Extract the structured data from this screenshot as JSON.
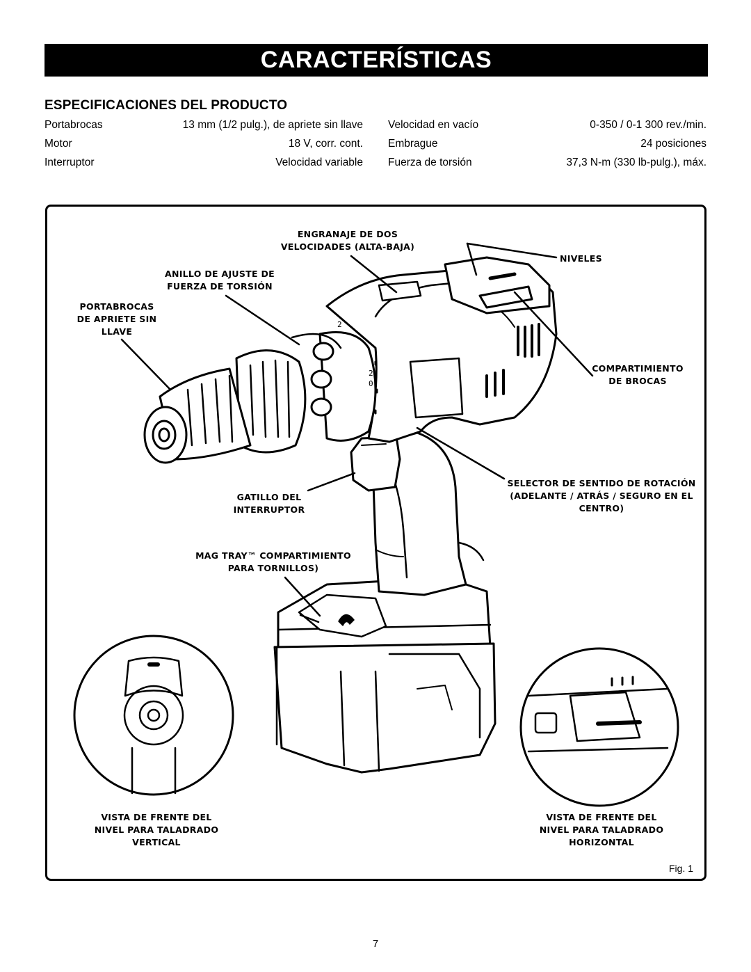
{
  "title": "CARACTERÍSTICAS",
  "specs": {
    "heading": "ESPECIFICACIONES DEL PRODUCTO",
    "left": [
      {
        "label": "Portabrocas",
        "value": "13 mm (1/2 pulg.), de apriete sin llave"
      },
      {
        "label": "Motor",
        "value": "18 V, corr. cont."
      },
      {
        "label": "Interruptor",
        "value": "Velocidad variable"
      }
    ],
    "right": [
      {
        "label": "Velocidad en vacío",
        "value": "0-350 / 0-1 300 rev./min."
      },
      {
        "label": "Embrague",
        "value": "24 posiciones"
      },
      {
        "label": "Fuerza de torsión",
        "value": "37,3 N-m (330 lb-pulg.), máx."
      }
    ]
  },
  "callouts": {
    "engranaje": "ENGRANAJE DE DOS\nVELOCIDADES (ALTA-BAJA)",
    "niveles": "NIVELES",
    "anillo": "ANILLO DE AJUSTE DE\nFUERZA DE TORSIÓN",
    "portabrocas": "PORTABROCAS\nDE APRIETE SIN\nLLAVE",
    "compartimiento": "COMPARTIMIENTO\nDE BROCAS",
    "selector": "SELECTOR DE SENTIDO DE ROTACIÓN\n(ADELANTE / ATRÁS / SEGURO EN EL\nCENTRO)",
    "gatillo": "GATILLO DEL\nINTERRUPTOR",
    "magtray": "MAG TRAY™ COMPARTIMIENTO\nPARA TORNILLOS)",
    "vista_vertical": "VISTA DE FRENTE DEL\nNIVEL PARA TALADRADO\nVERTICAL",
    "vista_horizontal": "VISTA DE FRENTE DEL\nNIVEL PARA TALADRADO\nHORIZONTAL"
  },
  "dial_marks": [
    "2",
    "0",
    "2"
  ],
  "figure_label": "Fig. 1",
  "page_number": "7"
}
